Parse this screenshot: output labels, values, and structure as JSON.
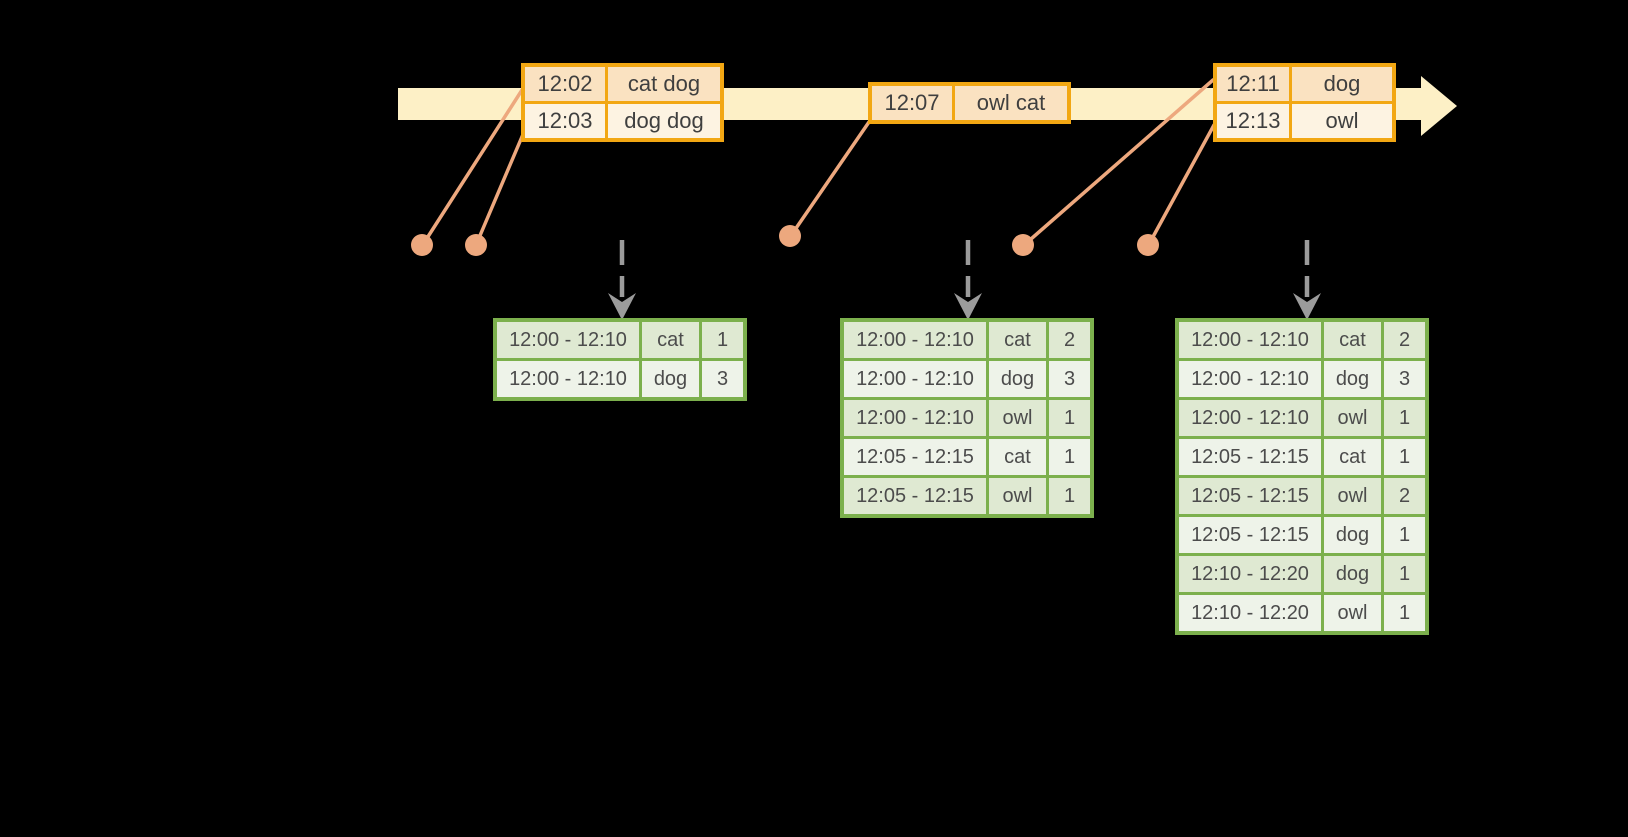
{
  "diagram": {
    "description": "Streaming windowed word-count diagram: events on a timeline feed windowed count result tables",
    "colors": {
      "background": "#000000",
      "timeline_band": "#fdf0c6",
      "event_table_border": "#f2a713",
      "event_cell_dark": "#fae2c1",
      "event_cell_light": "#fdf3e2",
      "connector_salmon": "#eda87e",
      "trigger_arrow_gray": "#9b9b9b",
      "result_table_border": "#7cb04d",
      "result_cell_dark": "#dfe9d2",
      "result_cell_light": "#eef3e9",
      "text": "#3f3f3f"
    },
    "icons": {
      "timeline_arrow": "right-arrow",
      "event_dot": "circle",
      "trigger_arrow": "dashed-down-arrow"
    }
  },
  "event_tables": [
    {
      "rows": [
        {
          "time": "12:02",
          "words": "cat dog"
        },
        {
          "time": "12:03",
          "words": "dog dog"
        }
      ]
    },
    {
      "rows": [
        {
          "time": "12:07",
          "words": "owl cat"
        }
      ]
    },
    {
      "rows": [
        {
          "time": "12:11",
          "words": "dog"
        },
        {
          "time": "12:13",
          "words": "owl"
        }
      ]
    }
  ],
  "result_tables": [
    {
      "rows": [
        {
          "window": "12:00 - 12:10",
          "word": "cat",
          "count": "1"
        },
        {
          "window": "12:00 - 12:10",
          "word": "dog",
          "count": "3"
        }
      ]
    },
    {
      "rows": [
        {
          "window": "12:00 - 12:10",
          "word": "cat",
          "count": "2"
        },
        {
          "window": "12:00 - 12:10",
          "word": "dog",
          "count": "3"
        },
        {
          "window": "12:00 - 12:10",
          "word": "owl",
          "count": "1"
        },
        {
          "window": "12:05 - 12:15",
          "word": "cat",
          "count": "1"
        },
        {
          "window": "12:05 - 12:15",
          "word": "owl",
          "count": "1"
        }
      ]
    },
    {
      "rows": [
        {
          "window": "12:00 - 12:10",
          "word": "cat",
          "count": "2"
        },
        {
          "window": "12:00 - 12:10",
          "word": "dog",
          "count": "3"
        },
        {
          "window": "12:00 - 12:10",
          "word": "owl",
          "count": "1"
        },
        {
          "window": "12:05 - 12:15",
          "word": "cat",
          "count": "1"
        },
        {
          "window": "12:05 - 12:15",
          "word": "owl",
          "count": "2"
        },
        {
          "window": "12:05 - 12:15",
          "word": "dog",
          "count": "1"
        },
        {
          "window": "12:10 - 12:20",
          "word": "dog",
          "count": "1"
        },
        {
          "window": "12:10 - 12:20",
          "word": "owl",
          "count": "1"
        }
      ]
    }
  ]
}
